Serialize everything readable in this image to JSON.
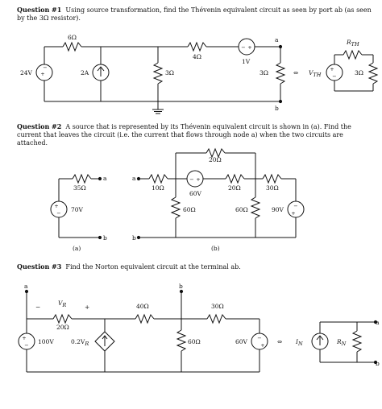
{
  "q1": {
    "label": "Question #1",
    "text": "Using source transformation, find the Thévenin equivalent circuit as seen by port ab (as seen by the 3Ω resistor).",
    "r_top": "6Ω",
    "v_left": "24V",
    "i_src": "2A",
    "r_mid": "3Ω",
    "r_series": "4Ω",
    "v_small": "1V",
    "r_load": "3Ω",
    "node_a": "a",
    "node_b": "b",
    "equiv": "⇔",
    "vth": "V",
    "vth_sub": "TH",
    "rth": "R",
    "rth_sub": "TH",
    "r_eq_load": "3Ω"
  },
  "q2": {
    "label": "Question #2",
    "text": "A source that is represented by its Thévenin equivalent circuit is shown in (a). Find the current that leaves the circuit (i.e. the current that flows through node a) when the two circuits are attached.",
    "r_top": "20Ω",
    "r_a": "35Ω",
    "v_a": "70V",
    "node_a": "a",
    "node_b": "b",
    "cap_a": "(a)",
    "cap_b": "(b)",
    "r1": "10Ω",
    "v_ser": "60V",
    "r2": "20Ω",
    "r3": "30Ω",
    "r_sh1": "60Ω",
    "r_sh2": "60Ω",
    "v_right": "90V"
  },
  "q3": {
    "label": "Question #3",
    "text": "Find the Norton equivalent circuit at the terminal ab.",
    "node_a": "a",
    "node_b": "b",
    "vr_minus": "−",
    "vr_plus": "+",
    "vr": "V",
    "vr_sub": "R",
    "r_vr": "20Ω",
    "r40": "40Ω",
    "r30": "30Ω",
    "v100": "100V",
    "dep": "0.2V",
    "dep_sub": "R",
    "r60": "60Ω",
    "v60": "60V",
    "equiv": "⇔",
    "in": "I",
    "in_sub": "N",
    "rn": "R",
    "rn_sub": "N"
  }
}
